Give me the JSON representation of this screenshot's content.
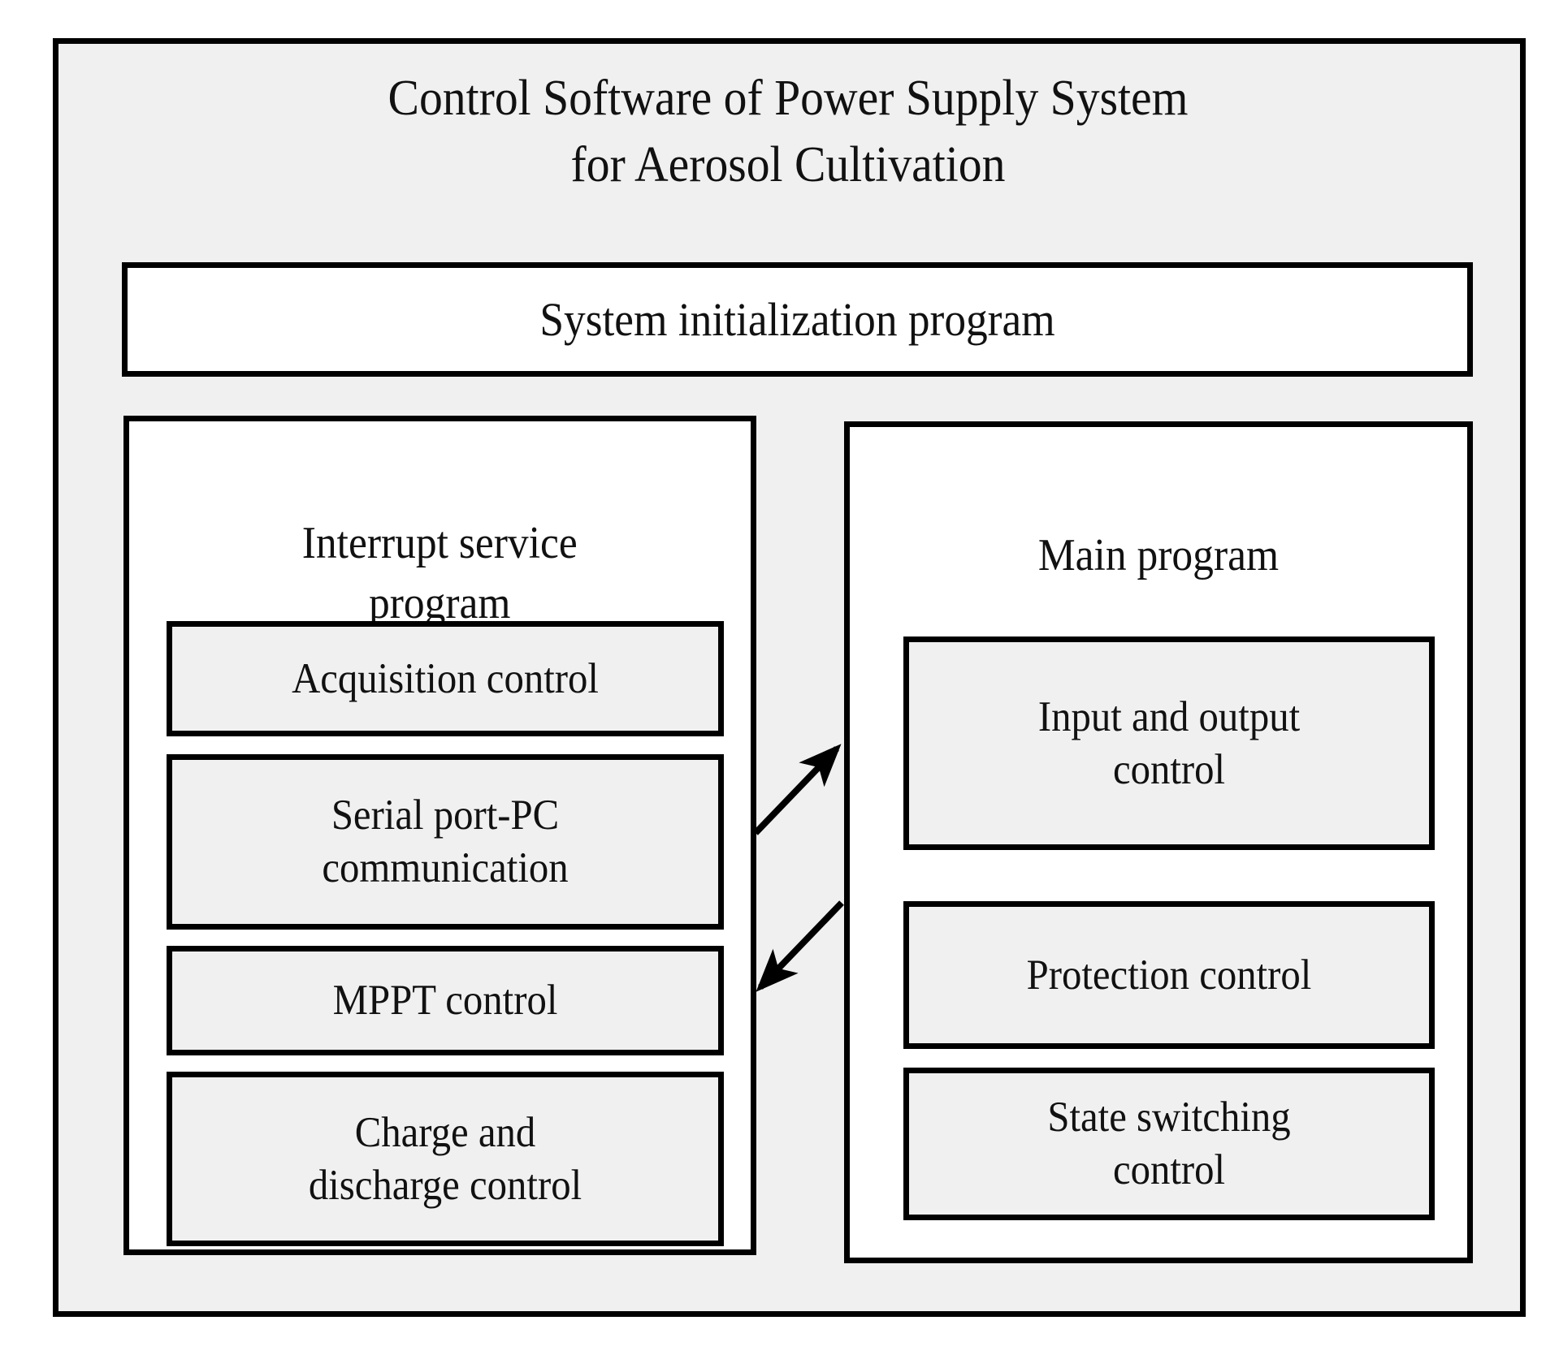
{
  "diagram": {
    "title": "Control Software of Power Supply System\nfor Aerosol Cultivation",
    "colors": {
      "frame_fill": "#f0f0f0",
      "panel_fill": "#ffffff",
      "node_fill": "#f0f0f0",
      "stroke": "#000000",
      "text": "#111111"
    },
    "system_init": {
      "label": "System initialization program"
    },
    "panels": [
      {
        "id": "interrupt-service-program",
        "heading": "Interrupt service\nprogram",
        "items": [
          {
            "label": "Acquisition control"
          },
          {
            "label": "Serial port-PC\ncommunication"
          },
          {
            "label": "MPPT control"
          },
          {
            "label": "Charge and\ndischarge control"
          }
        ]
      },
      {
        "id": "main-program",
        "heading": "Main program",
        "items": [
          {
            "label": "Input and output\ncontrol"
          },
          {
            "label": "Protection control"
          },
          {
            "label": "State switching\ncontrol"
          }
        ]
      }
    ],
    "connectors": [
      {
        "id": "isp-to-main",
        "direction": "up-right",
        "from": "interrupt-service-program",
        "to": "main-program"
      },
      {
        "id": "main-to-isp",
        "direction": "down-left",
        "from": "main-program",
        "to": "interrupt-service-program"
      }
    ]
  }
}
